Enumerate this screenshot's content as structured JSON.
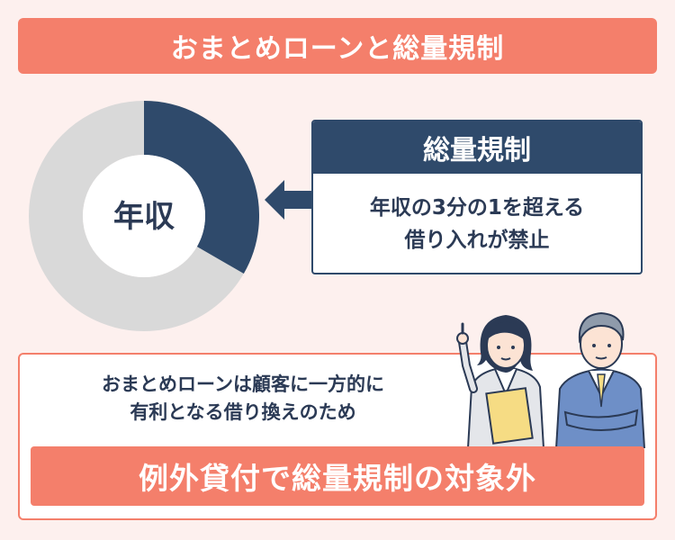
{
  "title": "おまとめローンと総量規制",
  "donut": {
    "center_label": "年収",
    "highlight_fraction": 0.3333,
    "colors": {
      "highlight": "#2f4a6b",
      "rest": "#d9d9d9"
    }
  },
  "rule": {
    "heading": "総量規制",
    "line1": "年収の3分の1を超える",
    "line2": "借り入れが禁止"
  },
  "exception": {
    "line1": "おまとめローンは顧客に一方的に",
    "line2": "有利となる借り換えのため",
    "banner": "例外貸付で総量規制の対象外"
  },
  "colors": {
    "accent": "#f47f6b",
    "navy": "#2f4a6b",
    "background": "#fdf0ee"
  }
}
